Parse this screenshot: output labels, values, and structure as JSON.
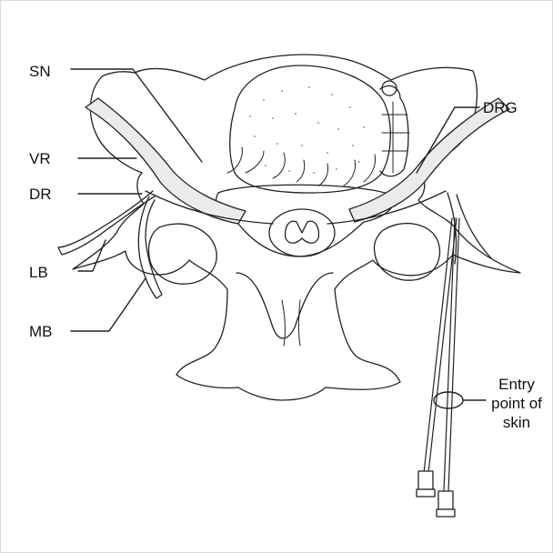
{
  "labels": {
    "sn": "SN",
    "vr": "VR",
    "dr": "DR",
    "lb": "LB",
    "mb": "MB",
    "drg": "DRG",
    "entry_line1": "Entry",
    "entry_line2": "point of",
    "entry_line3": "skin"
  },
  "colors": {
    "line": "#222222",
    "nerve_fill": "#ebebeb",
    "border": "#d9d9d9"
  }
}
